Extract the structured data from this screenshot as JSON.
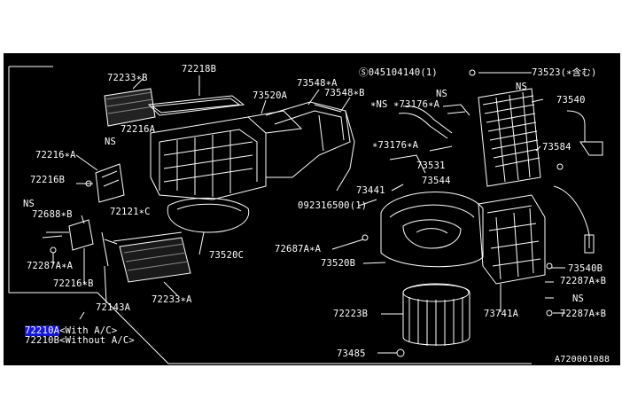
{
  "colors": {
    "background": "#000000",
    "line": "#ffffff",
    "text": "#ffffff",
    "highlight": "#1414e6"
  },
  "diagram_id": "A720001088",
  "parts": {
    "p72233B": "72233∗B",
    "p72218B": "72218B",
    "p73520A": "73520A",
    "p73548A": "73548∗A",
    "p73548B": "73548∗B",
    "p045104140": "Ⓢ045104140(1)",
    "p73523": "73523(∗含む)",
    "ns_top_right": "NS",
    "ns_top_mid": "NS",
    "p73540": "73540",
    "p72216A_top": "72216A",
    "ns_left_mid": "NS",
    "p72216A": "72216∗A",
    "p73176A_1": "∗NS",
    "p73176A_2": "∗73176∗A",
    "p73176A_3": "∗73176∗A",
    "p73584": "73584",
    "p73531": "73531",
    "p72216B": "72216B",
    "p73441": "73441",
    "p73544": "73544",
    "ns_left": "NS",
    "p72121C": "72121∗C",
    "p092316500": "092316500(1)",
    "p72688B": "72688∗B",
    "p72687A": "72687A∗A",
    "p73520C": "73520C",
    "p73520B": "73520B",
    "p73540B": "73540B",
    "p72287A_left": "72287A∗A",
    "p72287A_right": "72287A∗B",
    "p72216B_bot": "72216∗B",
    "p72233A": "72233∗A",
    "ns_bottom_right": "NS",
    "p72143A": "72143A",
    "p72223B": "72223B",
    "p73741A": "73741A",
    "p72287A_br": "72287A∗B",
    "p72210A": "72210A",
    "p72210A_note": "<With A/C>",
    "p72210B_note": "72210B<Without A/C>",
    "p73485": "73485"
  }
}
